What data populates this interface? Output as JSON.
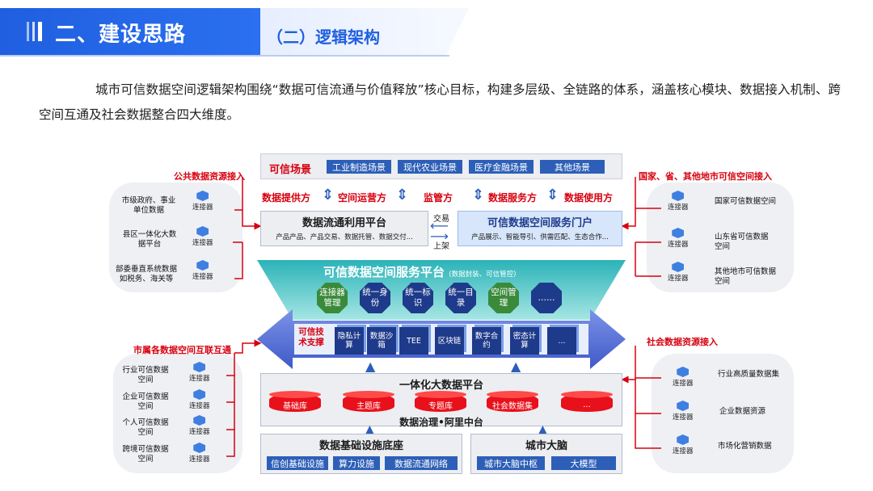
{
  "header": {
    "title": "二、建设思路",
    "subtitle": "（二）逻辑架构"
  },
  "intro": "城市可信数据空间逻辑架构围绕“数据可信流通与价值释放”核心目标，构建多层级、全链路的体系，涵盖核心模块、数据接入机制、跨空间互通及社会数据整合四大维度。",
  "diagram": {
    "scenarios": {
      "label": "可信场景",
      "items": [
        "工业制造场景",
        "现代农业场景",
        "医疗金融场景",
        "其他场景"
      ]
    },
    "roles": [
      "数据提供方",
      "空间运营方",
      "监管方",
      "数据服务方",
      "数据使用方"
    ],
    "platform_left": {
      "title": "数据流通利用平台",
      "desc": "产品产品、产品交易、数据托管、数据交付..."
    },
    "platform_right": {
      "title": "可信数据空间服务门户",
      "desc": "产品展示、智能导引、供需匹配、生态合作..."
    },
    "exchange": {
      "top": "交易",
      "bottom": "上架"
    },
    "service_platform": {
      "title": "可信数据空间服务平台",
      "note": "(数据封装、可信管控)",
      "modules": [
        "连接器管理",
        "统一身份",
        "统一标识",
        "统一目录",
        "空间管理",
        "……"
      ]
    },
    "tech": {
      "label": "可信技术支撑",
      "items": [
        "隐私计算",
        "数据沙箱",
        "TEE",
        "区块链",
        "数字合约",
        "密态计算",
        "..."
      ]
    },
    "bigdata": {
      "title": "一体化大数据平台",
      "dbs": [
        "基础库",
        "主题库",
        "专题库",
        "社会数据集",
        "..."
      ],
      "footer": "数据治理•阿里中台"
    },
    "infra": {
      "title": "数据基础设施底座",
      "items": [
        "信创基础设施",
        "算力设施",
        "数据流通网络"
      ]
    },
    "brain": {
      "title": "城市大脑",
      "items": [
        "城市大脑中枢",
        "大模型"
      ]
    },
    "connector_label": "连接器",
    "left_top": {
      "title": "公共数据资源接入",
      "items": [
        "市级政府、事业单位数据",
        "县区一体化大数据平台",
        "部委垂直系统数据如税务、海关等"
      ]
    },
    "left_bottom": {
      "title": "市属各数据空间互联互通",
      "items": [
        "行业可信数据空间",
        "企业可信数据空间",
        "个人可信数据空间",
        "跨境可信数据空间"
      ]
    },
    "right_top": {
      "title": "国家、省、其他地市可信空间接入",
      "items": [
        "国家可信数据空间",
        "山东省可信数据空间",
        "其他地市可信数据空间"
      ]
    },
    "right_bottom": {
      "title": "社会数据资源接入",
      "items": [
        "行业高质量数据集",
        "企业数据资源",
        "市场化营销数据"
      ]
    },
    "colors": {
      "brand_blue": "#1f5fe0",
      "chip_blue": "#2d5fb8",
      "accent_red": "#d7000f",
      "teal": "#2bb3b8",
      "green": "#3a8a3a",
      "navy": "#1e3a8a"
    }
  }
}
